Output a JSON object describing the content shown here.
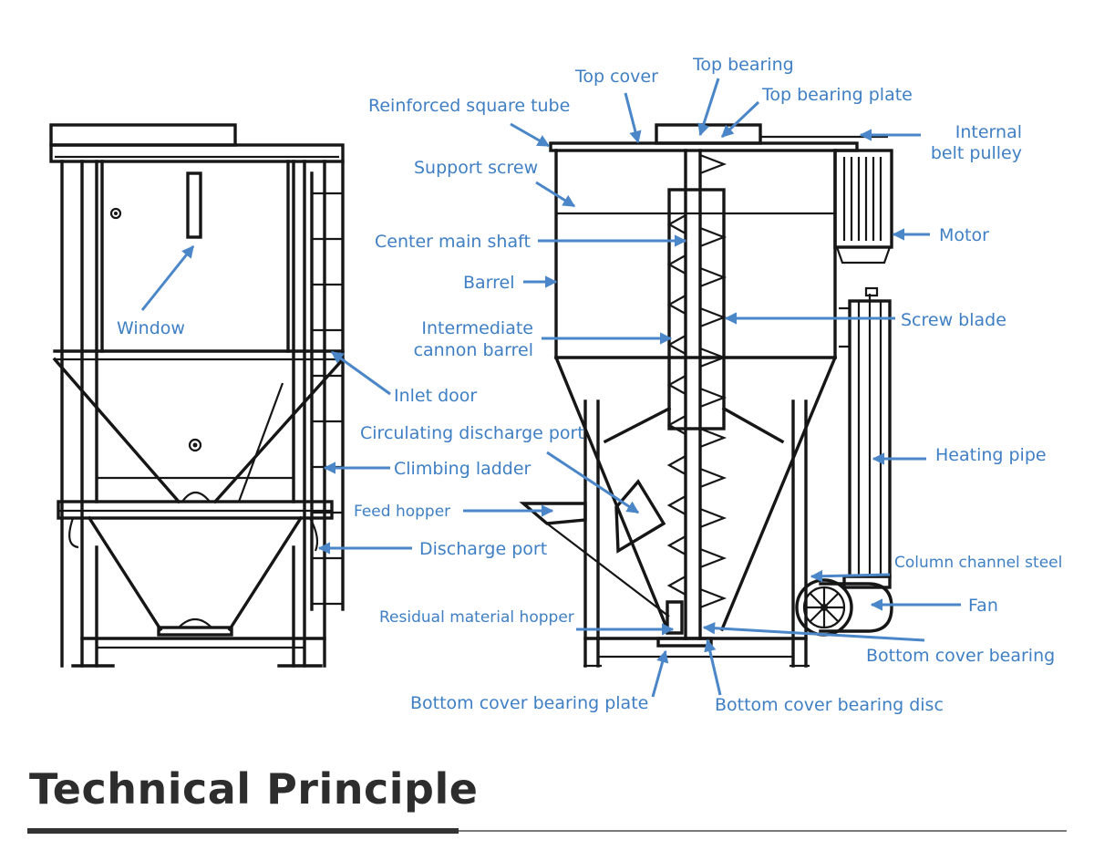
{
  "heading": "Technical Principle",
  "colors": {
    "label": "#3f7fc4",
    "arrow": "#4a86c8",
    "line": "#161616",
    "heading": "#2d2d2d"
  },
  "labels": {
    "window": "Window",
    "inlet_door": "Inlet door",
    "climbing_ladder": "Climbing ladder",
    "discharge_port": "Discharge port",
    "top_cover": "Top cover",
    "top_bearing": "Top bearing",
    "top_bearing_plate": "Top bearing plate",
    "reinforced_square_tube": "Reinforced square tube",
    "internal_belt_pulley_1": "Internal",
    "internal_belt_pulley_2": "belt pulley",
    "support_screw": "Support screw",
    "center_main_shaft": "Center main shaft",
    "motor": "Motor",
    "barrel": "Barrel",
    "screw_blade": "Screw blade",
    "intermediate_cannon_barrel_1": "Intermediate",
    "intermediate_cannon_barrel_2": "cannon barrel",
    "circulating_discharge_port": "Circulating discharge port",
    "heating_pipe": "Heating pipe",
    "feed_hopper": "Feed hopper",
    "column_channel_steel": "Column channel steel",
    "fan": "Fan",
    "residual_material_hopper": "Residual material hopper",
    "bottom_cover_bearing": "Bottom cover bearing",
    "bottom_cover_bearing_plate": "Bottom cover bearing plate",
    "bottom_cover_bearing_disc": "Bottom cover bearing disc"
  }
}
